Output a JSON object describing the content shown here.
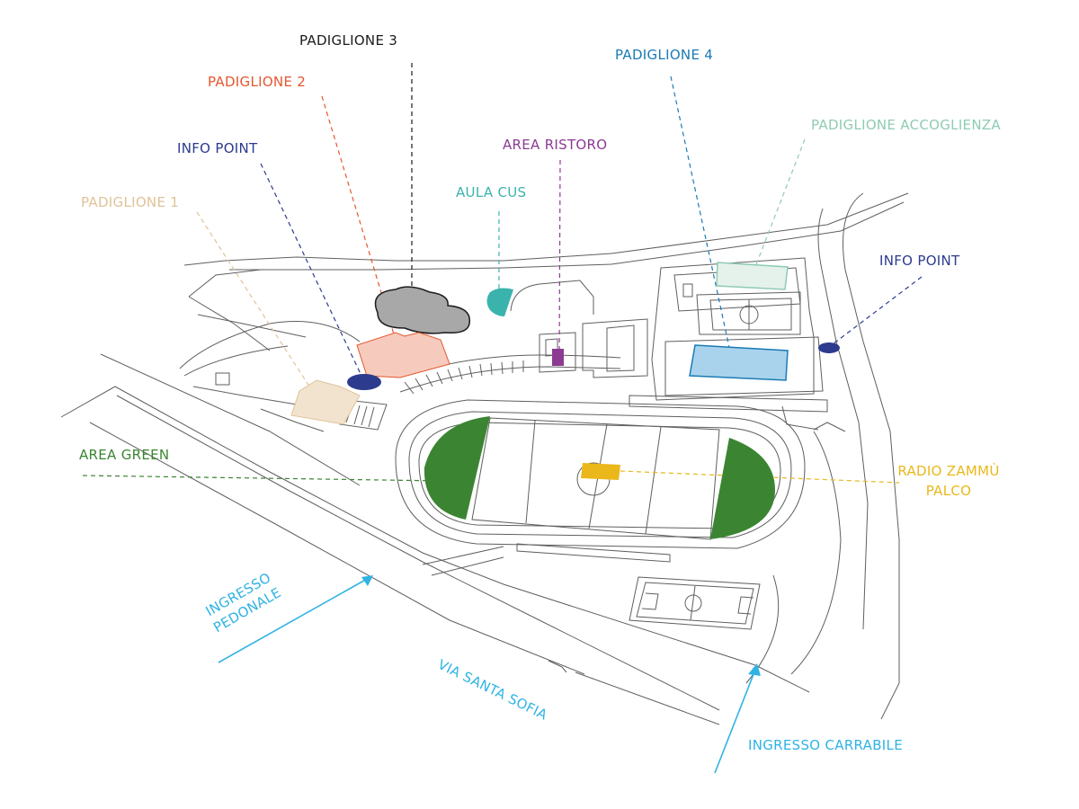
{
  "colors": {
    "padiglione_1": "#dfc398",
    "padiglione_2": "#e5572f",
    "padiglione_3": "#1c1c1c",
    "padiglione_4": "#1a7bb5",
    "padiglione_accoglienza": "#8fcbb2",
    "info_point": "#2d3b8e",
    "aula_cus": "#3bb3ad",
    "area_ristoro": "#8d3a93",
    "area_green": "#3b8532",
    "radio_zammu": "#eab81b",
    "access": "#2fb3e3",
    "line_art": "#5f5f5f"
  },
  "labels": {
    "padiglione_3": "PADIGLIONE 3",
    "padiglione_2": "PADIGLIONE 2",
    "padiglione_4": "PADIGLIONE 4",
    "padiglione_accoglienza": "PADIGLIONE ACCOGLIENZA",
    "area_ristoro": "AREA RISTORO",
    "info_point_left": "INFO POINT",
    "info_point_right": "INFO POINT",
    "aula_cus": "AULA CUS",
    "padiglione_1": "PADIGLIONE 1",
    "area_green": "AREA GREEN",
    "radio_zammu_line1": "RADIO ZAMMÙ",
    "radio_zammu_line2": "PALCO",
    "ingresso_pedonale_line1": "INGRESSO",
    "ingresso_pedonale_line2": "PEDONALE",
    "via_santa_sofia": "VIA SANTA SOFIA",
    "ingresso_carrabile": "INGRESSO CARRABILE"
  }
}
